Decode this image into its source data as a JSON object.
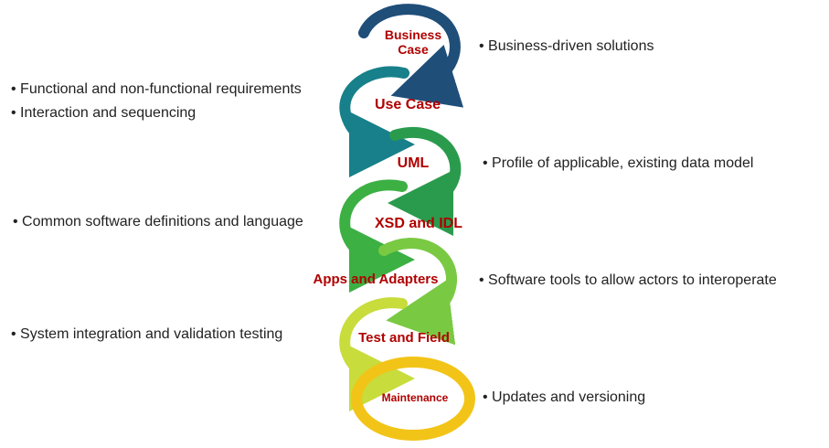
{
  "stages": [
    {
      "label": "Business Case",
      "color": "#1f4e79"
    },
    {
      "label": "Use Case",
      "color": "#17808a"
    },
    {
      "label": "UML",
      "color": "#2a9b4d"
    },
    {
      "label": "XSD and  IDL",
      "color": "#3cb043"
    },
    {
      "label": "Apps and Adapters",
      "color": "#7ac943"
    },
    {
      "label": "Test and Field",
      "color": "#c8dc3c"
    },
    {
      "label": "Maintenance",
      "color": "#f2c418"
    }
  ],
  "notes": {
    "business_case": [
      "• Business-driven solutions"
    ],
    "use_case": [
      "• Functional and non-functional requirements",
      "• Interaction and sequencing"
    ],
    "uml": [
      "• Profile of applicable, existing data model"
    ],
    "xsd_idl": [
      "• Common software definitions and language"
    ],
    "apps_adapters": [
      "• Software tools to allow actors to interoperate"
    ],
    "test_field": [
      "• System integration and validation testing"
    ],
    "maintenance": [
      "• Updates and versioning"
    ]
  },
  "colors": {
    "label_text": "#b00000"
  }
}
